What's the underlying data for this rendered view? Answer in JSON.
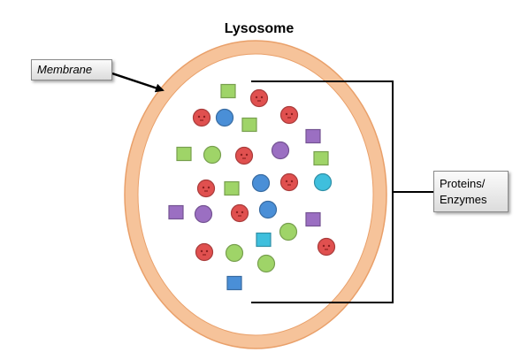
{
  "title": "Lysosome",
  "labels": {
    "membrane": "Membrane",
    "proteins_line1": "Proteins/",
    "proteins_line2": "Enzymes"
  },
  "colors": {
    "membrane_ring": "#f6c39a",
    "membrane_edge": "#e9a06a",
    "red": "#e0504f",
    "blue": "#4a8fd7",
    "green": "#9fd468",
    "purple": "#9b6fc2",
    "cyan": "#3fbfdd"
  },
  "shapes": [
    {
      "kind": "square",
      "color": "green",
      "icon": "protein-square-icon"
    },
    {
      "kind": "face",
      "color": "red",
      "icon": "enzyme-face-icon"
    },
    {
      "kind": "face",
      "color": "red",
      "icon": "enzyme-face-icon"
    },
    {
      "kind": "circle",
      "color": "blue",
      "icon": "protein-circle-icon"
    },
    {
      "kind": "square",
      "color": "green",
      "icon": "protein-square-icon"
    },
    {
      "kind": "face",
      "color": "red",
      "icon": "enzyme-face-icon"
    },
    {
      "kind": "square",
      "color": "purple",
      "icon": "protein-square-icon"
    },
    {
      "kind": "square",
      "color": "green",
      "icon": "protein-square-icon"
    },
    {
      "kind": "circle",
      "color": "green",
      "icon": "protein-circle-icon"
    },
    {
      "kind": "face",
      "color": "red",
      "icon": "enzyme-face-icon"
    },
    {
      "kind": "circle",
      "color": "purple",
      "icon": "protein-circle-icon"
    },
    {
      "kind": "square",
      "color": "green",
      "icon": "protein-square-icon"
    },
    {
      "kind": "face",
      "color": "red",
      "icon": "enzyme-face-icon"
    },
    {
      "kind": "square",
      "color": "green",
      "icon": "protein-square-icon"
    },
    {
      "kind": "circle",
      "color": "blue",
      "icon": "protein-circle-icon"
    },
    {
      "kind": "face",
      "color": "red",
      "icon": "enzyme-face-icon"
    },
    {
      "kind": "circle",
      "color": "cyan",
      "icon": "protein-circle-icon"
    },
    {
      "kind": "square",
      "color": "purple",
      "icon": "protein-square-icon"
    },
    {
      "kind": "circle",
      "color": "purple",
      "icon": "protein-circle-icon"
    },
    {
      "kind": "face",
      "color": "red",
      "icon": "enzyme-face-icon"
    },
    {
      "kind": "circle",
      "color": "blue",
      "icon": "protein-circle-icon"
    },
    {
      "kind": "square",
      "color": "purple",
      "icon": "protein-square-icon"
    },
    {
      "kind": "circle",
      "color": "green",
      "icon": "protein-circle-icon"
    },
    {
      "kind": "square",
      "color": "cyan",
      "icon": "protein-square-icon"
    },
    {
      "kind": "face",
      "color": "red",
      "icon": "enzyme-face-icon"
    },
    {
      "kind": "face",
      "color": "red",
      "icon": "enzyme-face-icon"
    },
    {
      "kind": "circle",
      "color": "green",
      "icon": "protein-circle-icon"
    },
    {
      "kind": "circle",
      "color": "green",
      "icon": "protein-circle-icon"
    },
    {
      "kind": "square",
      "color": "blue",
      "icon": "protein-square-icon"
    }
  ]
}
